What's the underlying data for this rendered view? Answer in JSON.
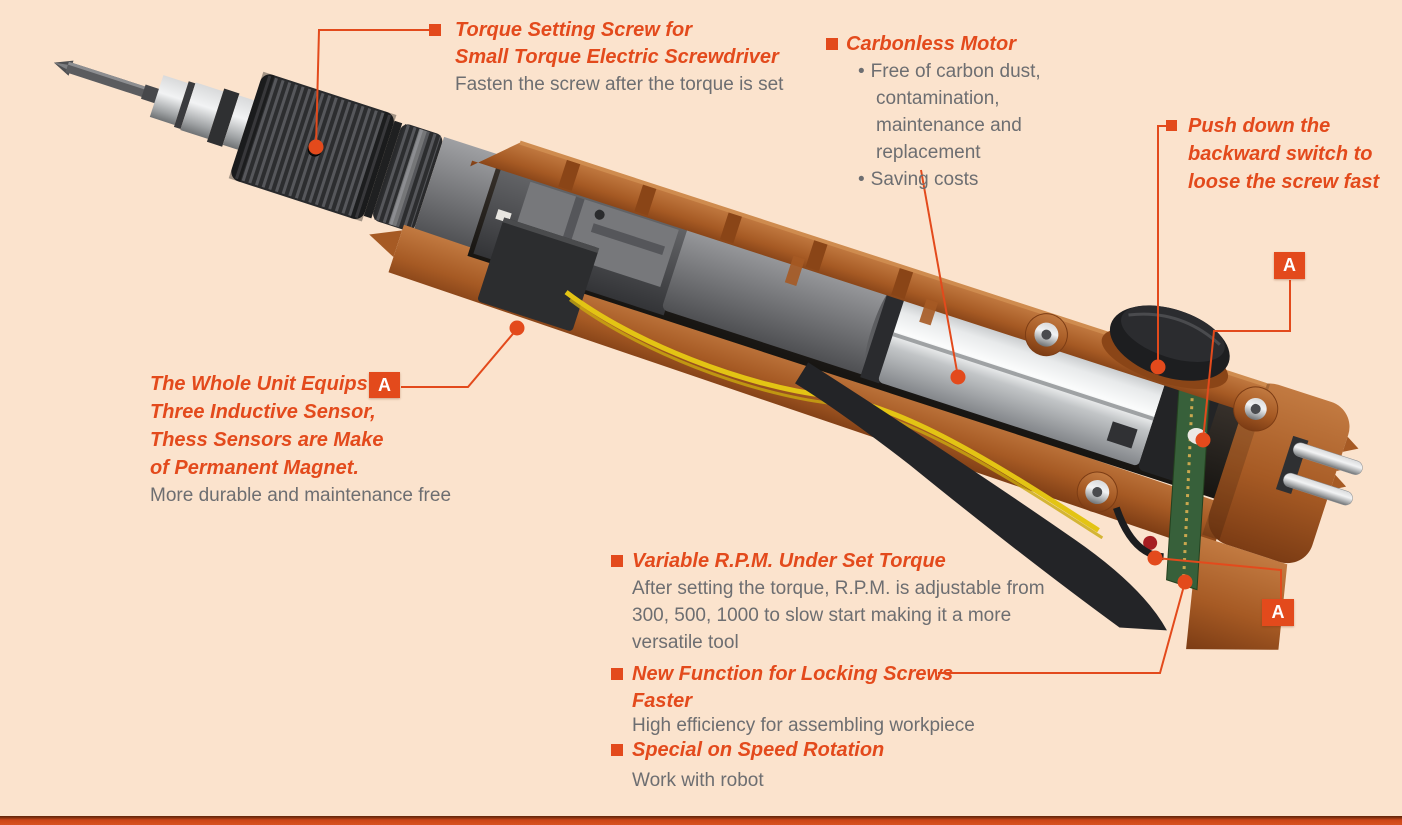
{
  "colors": {
    "background": "#fbe3cd",
    "accent_orange": "#e34a1c",
    "connector_line": "#e34a1c",
    "body_text_gray": "#6d6e71",
    "badge_background": "#e34a1c",
    "badge_text": "#ffffff",
    "housing_brown": "#a65a24",
    "footer_bar_top": "#5e2409",
    "footer_bar_main": "#d85220"
  },
  "glyphs": {
    "bullet": "•"
  },
  "badges": {
    "label": "A"
  },
  "annotations": {
    "torque_screw": {
      "heading_lines": [
        "Torque Setting Screw for",
        "Small Torque Electric Screwdriver"
      ],
      "body": "Fasten the screw after the torque is set"
    },
    "carbonless_motor": {
      "heading": "Carbonless Motor",
      "bullets": [
        "Free of carbon dust, contamination, maintenance and replacement",
        "Saving costs"
      ]
    },
    "backward_switch": {
      "heading_lines": [
        "Push down the",
        "backward switch to",
        "loose the screw fast"
      ]
    },
    "inductive_sensor": {
      "heading_lines": [
        "The Whole Unit Equips",
        "Three Inductive Sensor,",
        "Thess Sensors are Make",
        "of Permanent Magnet."
      ],
      "body": "More durable and maintenance free"
    },
    "variable_rpm": {
      "heading": "Variable R.P.M. Under Set Torque",
      "body": "After setting the torque, R.P.M. is adjustable from 300, 500, 1000 to slow start making it a more versatile tool"
    },
    "locking_screws": {
      "heading_lines": [
        "New Function for Locking Screws",
        "Faster"
      ],
      "body": "High efficiency for assembling workpiece"
    },
    "speed_rotation": {
      "heading": "Special on Speed Rotation",
      "body": "Work with robot"
    }
  }
}
